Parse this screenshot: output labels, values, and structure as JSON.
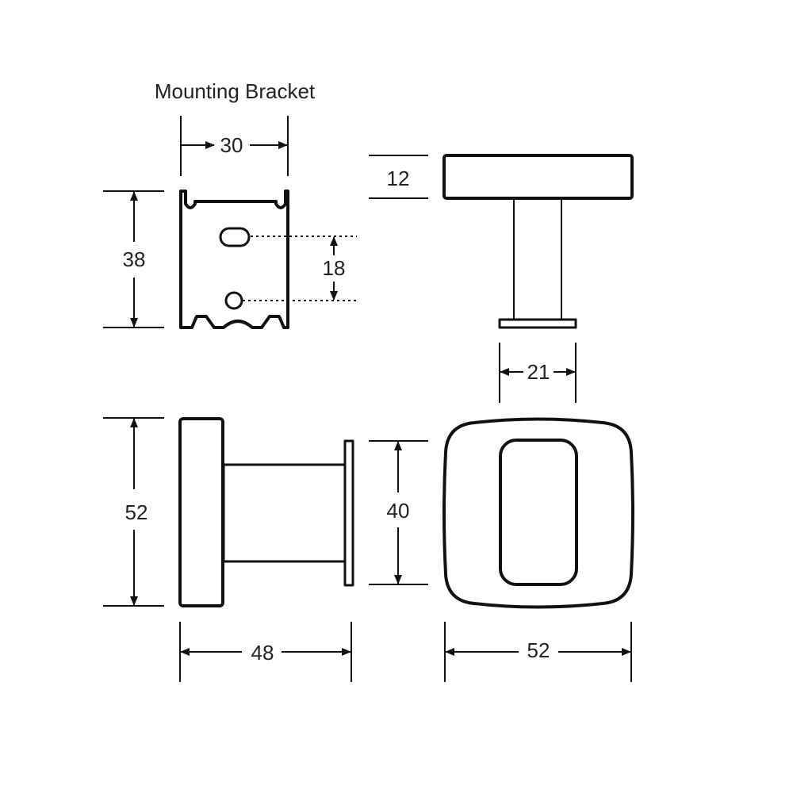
{
  "title": "Mounting Bracket",
  "dimensions": {
    "bracket_width": "30",
    "bracket_height": "38",
    "hole_spacing": "18",
    "plate_thickness": "12",
    "base_width": "21",
    "side_height": "52",
    "flange_height": "40",
    "side_depth": "48",
    "front_width": "52"
  },
  "colors": {
    "line": "#111111",
    "background": "#ffffff",
    "text": "#222222"
  }
}
